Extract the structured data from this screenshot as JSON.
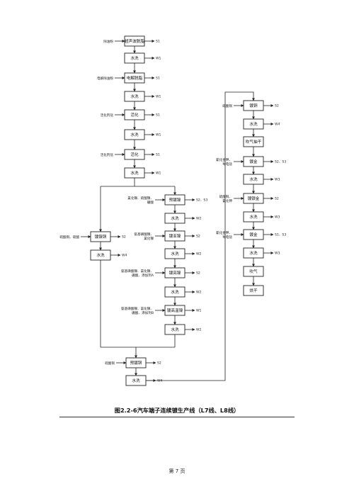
{
  "figure": {
    "caption": "图2.2-6汽车端子连续镀生产线（L7线、L8线）",
    "page_number": "第 7 页"
  },
  "flow": {
    "column1": [
      {
        "label": "超声波脱脂",
        "input": "除油粉",
        "output": "S1"
      },
      {
        "label": "水洗",
        "output": "W1"
      },
      {
        "label": "电解脱脂",
        "input": "电解除油粉",
        "output": "S1"
      },
      {
        "label": "水洗",
        "output": "W1"
      },
      {
        "label": "活化",
        "input": "活化剂盐",
        "output": "S1"
      },
      {
        "label": "水洗",
        "output": "W1"
      },
      {
        "label": "活化",
        "input": "活化剂盐",
        "output": "S1"
      },
      {
        "label": "水洗",
        "output": "W1"
      }
    ],
    "branch_left": [
      {
        "label": "镀镍铜",
        "input": "硫酸铜、硫酸",
        "output": "S2"
      },
      {
        "label": "水洗",
        "output": "W4"
      }
    ],
    "branch_middle": [
      {
        "label": "预镀镍",
        "input": "氯化镍、硫酸镍、硼酸",
        "output": "S2、S3"
      },
      {
        "label": "水洗",
        "output": "W2"
      },
      {
        "label": "镀亚镍",
        "input": "氨基磺酸镍、氯化镍",
        "output": "S2"
      },
      {
        "label": "水洗",
        "output": "W2"
      },
      {
        "label": "镀亮镍",
        "input": "氨基磺酸镍、氯化镍、硼酸、添加剂A",
        "output": "S2"
      },
      {
        "label": "水洗",
        "output": "W2"
      },
      {
        "label": "镀高温镍",
        "input": "氨基磺酸镍、氯化镍、硼酸、添加剂B",
        "output": "W1"
      },
      {
        "label": "水洗",
        "output": "W2"
      }
    ],
    "bottom": [
      {
        "label": "预镀铜",
        "input": "硫酸铜",
        "output": "S2"
      },
      {
        "label": "水洗",
        "output": "W4"
      }
    ],
    "column3": [
      {
        "label": "镀铜",
        "input": "硫酸铜",
        "output": "S2"
      },
      {
        "label": "水洗",
        "output": "W4"
      },
      {
        "label": "吹气抽干"
      },
      {
        "label": "镀金",
        "input": "氰化金钾、导电盐",
        "output": "S2、S3"
      },
      {
        "label": "水洗",
        "output": "W3"
      },
      {
        "label": "镀银金",
        "input": "硫酸铜、氰化钾",
        "output": "S2"
      },
      {
        "label": "水洗",
        "output": "W3"
      },
      {
        "label": "镀金",
        "input": "氰化金钾、导电盐",
        "output": "S1、S3"
      },
      {
        "label": "水洗",
        "output": "W3"
      },
      {
        "label": "吹气"
      },
      {
        "label": "烘干"
      }
    ]
  }
}
